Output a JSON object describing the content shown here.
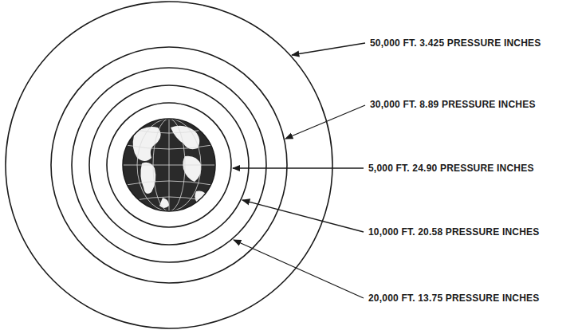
{
  "diagram": {
    "labels": [
      "50,000 FT. 3.425 PRESSURE INCHES",
      "30,000 FT. 8.89 PRESSURE INCHES",
      "5,000 FT. 24.90 PRESSURE INCHES",
      "10,000 FT. 20.58 PRESSURE INCHES",
      "20,000 FT. 13.75 PRESSURE INCHES"
    ]
  }
}
